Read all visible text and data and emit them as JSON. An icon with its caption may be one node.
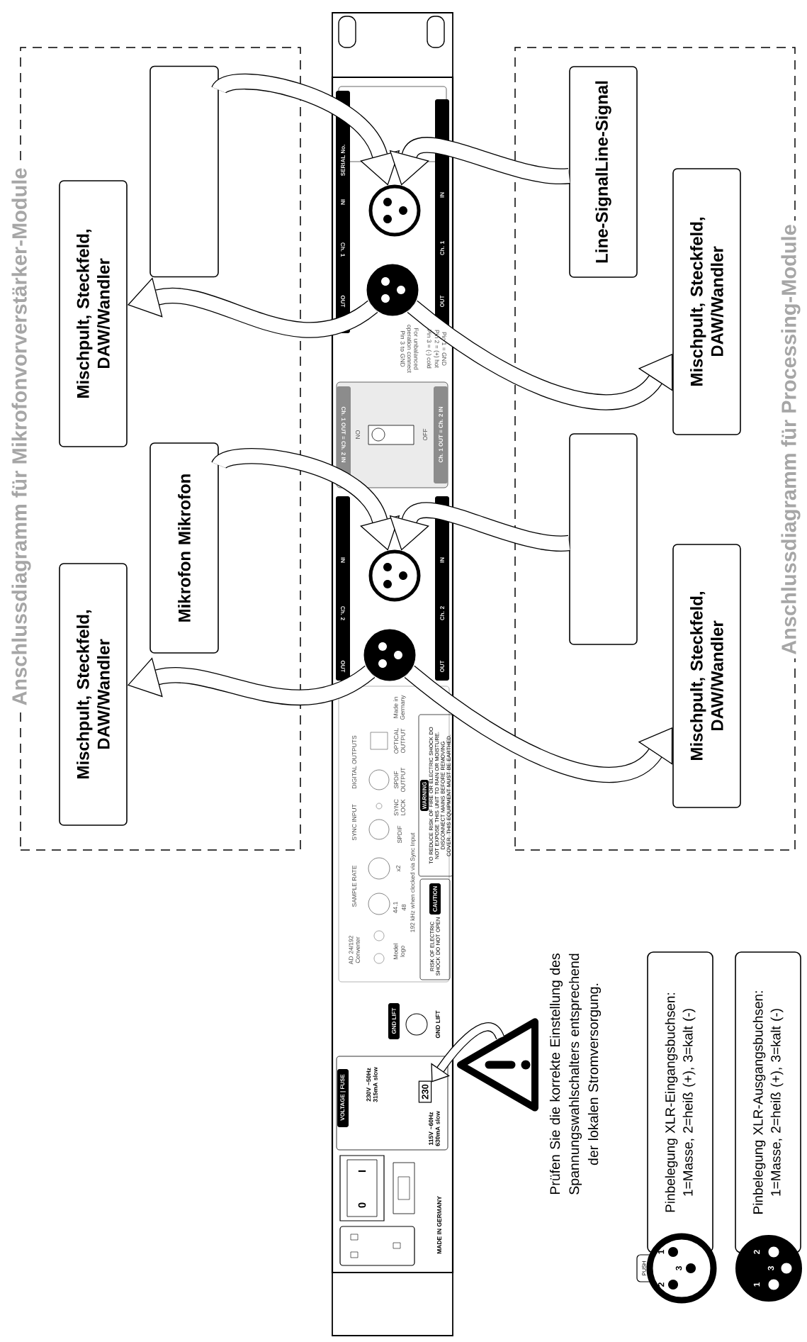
{
  "diagram": {
    "nodes": [
      {
        "text": [
          "Anschlussdiagramm für Mikrofonvorverstärker-Module"
        ]
      },
      {
        "text": [],
        "shape": "box",
        "in": 0
      },
      {
        "text": [
          "Mischpult, Steckfeld, DAW/Wandler"
        ],
        "in": 0
      },
      {
        "text": [
          "Mikrofon Mikrofon"
        ],
        "in": 0
      },
      {
        "text": [
          "Mischpult, Steckfeld, DAW/Wandler"
        ],
        "in": 0
      },
      {
        "text": [],
        "shape": "circle"
      },
      {
        "text": [],
        "shape": "circle"
      },
      {
        "text": [],
        "shape": "circle"
      },
      {
        "text": [],
        "shape": "circle"
      },
      {
        "text": [
          "Anschlussdiagramm für Processing-Module"
        ]
      },
      {
        "text": [
          "Line-SignalLine-Signal"
        ],
        "in": 9
      },
      {
        "text": [
          "Mischpult, Steckfeld, DAW/Wandler"
        ],
        "in": 9
      },
      {
        "text": [],
        "shape": "box",
        "in": 9
      },
      {
        "text": [
          "Mischpult, Steckfeld, DAW/Wandler"
        ],
        "in": 9
      },
      {
        "text": [
          "230"
        ]
      },
      {
        "text": [],
        "shape": "triangle",
        "beside": [
          "Prüfen Sie die korrekte Einstellung des Spannungswahlschalters entsprechend der lokalen Stromversorgung."
        ]
      },
      {
        "text": [
          "Pinbelegung XLR-Eingangsbuchsen: 1=Masse, 2=heiß (+), 3=kalt (-)"
        ]
      },
      {
        "text": [
          "Pinbelegung XLR-Ausgangsbuchsen: 1=Masse, 2=heiß (+), 3=kalt (-)"
        ]
      }
    ],
    "edges": [
      {
        "from": 1,
        "to": 5,
        "arrow": "to"
      },
      {
        "from": 10,
        "to": 5,
        "arrow": "to"
      },
      {
        "from": 6,
        "to": 2,
        "arrow": "to"
      },
      {
        "from": 6,
        "to": 11,
        "arrow": "to"
      },
      {
        "from": 3,
        "to": 7,
        "arrow": "to"
      },
      {
        "from": 12,
        "to": 7,
        "arrow": "to"
      },
      {
        "from": 8,
        "to": 4,
        "arrow": "to"
      },
      {
        "from": 8,
        "to": 13,
        "arrow": "to"
      },
      {
        "from": 15,
        "to": 14,
        "arrow": "to"
      }
    ],
    "labels": [
      "SERIAL No.",
      "IN",
      "Ch. 1",
      "OUT",
      "Pin 1 = GND",
      "Pin 2 = (+) hot",
      "Pin 3 = (-) cold",
      "For unbalanced operation connect Pin 3 to GND",
      "IN",
      "Ch. 1",
      "OUT",
      "Ch. 1 OUT = Ch. 2 IN",
      "ON",
      "OFF",
      "Ch. 1 OUT = Ch. 2 IN",
      "IN",
      "Ch. 2",
      "OUT",
      "IN",
      "Ch. 2",
      "OUT",
      "Made in Germany",
      "DIGITAL OUTPUTS",
      "OPTICAL OUTPUT",
      "SPDIF OUTPUT",
      "SYNC INPUT",
      "SYNC LOCK",
      "SPDIF",
      "SAMPLE RATE",
      "x2",
      "44.1",
      "48",
      "192 kHz when clocked via Sync Input",
      "AD 24/192 Converter",
      "Model logo",
      "WARNING",
      "TO REDUCE RISK OF FIRE OR ELECTRIC SHOCK DO NOT EXPOSE THIS UNIT TO RAIN OR MOISTURE. DISCONNECT MAINS BEFORE REMOVING COVER. THIS EQUIPMENT MUST BE EARTHED.",
      "CAUTION",
      "RISK OF ELECTRIC SHOCK DO NOT OPEN",
      "GND LIFT",
      "GND LIFT",
      "VOLTAGE | FUSE",
      "230V ~50Hz 315mA slow",
      "115V ~60Hz 630mA slow",
      "I",
      "0",
      "MADE IN GERMANY",
      "PUSH",
      "2",
      "1",
      "3",
      "1",
      "2",
      "3"
    ]
  }
}
